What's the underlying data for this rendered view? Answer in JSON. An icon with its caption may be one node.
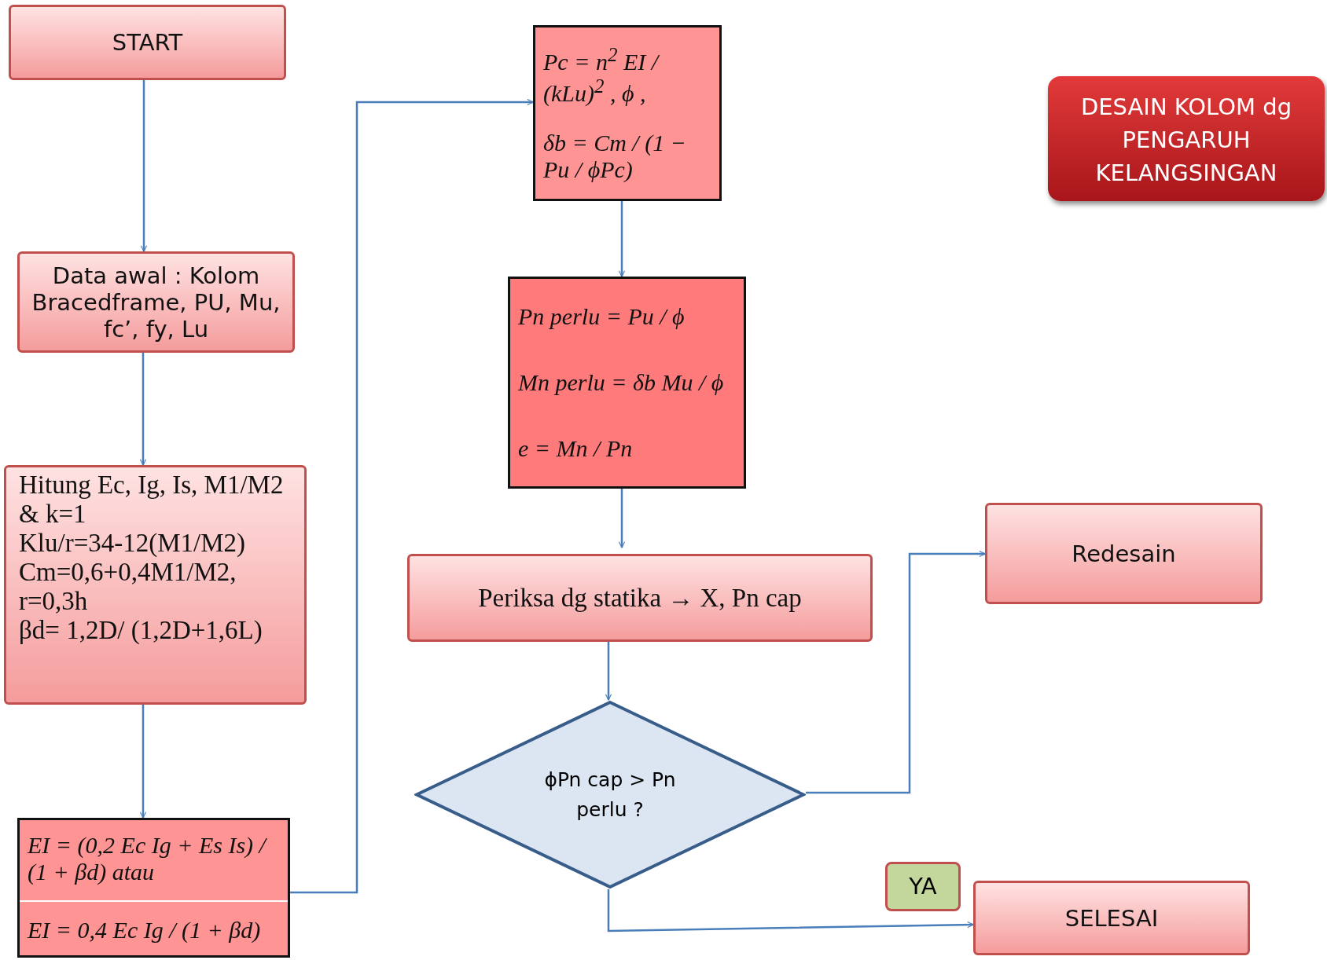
{
  "diagram": {
    "title": "DESAIN  KOLOM dg PENGARUH KELANGSINGAN",
    "nodes": [
      {
        "text": [
          "START"
        ]
      },
      {
        "text": [
          "Data awal : Kolom Bracedframe, PU, Mu, fc’, fy, Lu"
        ]
      },
      {
        "text": [
          "Hitung Ec, Ig, Is, M1/M2 & k=1",
          "Klu/r=34-12(M1/M2)",
          "Cm=0,6+0,4M1/M2, r=0,3h",
          "βd= 1,2D/ (1,2D+1,6L)"
        ]
      },
      {
        "text": [
          "EI = (0,2 Ec Ig + Es Is) / (1 + βd) atau",
          "EI = 0,4 Ec Ig / (1 + βd)"
        ]
      },
      {
        "text": [
          "Pc = n$^{2}$ EI / (kLu)$^{2}$ , ϕ ,",
          "δb = Cm / (1 − Pu / ϕPc)"
        ]
      },
      {
        "text": [
          "Pn  perlu = Pu / ϕ",
          "Mn  perlu = δb Mu / ϕ",
          "e = Mn / Pn"
        ]
      },
      {
        "text": [
          "Periksa dg statika → X, Pn cap"
        ]
      },
      {
        "text": [
          "ϕPn cap > Pn perlu ?"
        ]
      },
      {
        "text": [
          "Redesain"
        ]
      },
      {
        "text": [
          "SELESAI"
        ]
      }
    ],
    "edges": [
      {
        "from": 0,
        "to": 1,
        "arrow": "to"
      },
      {
        "from": 1,
        "to": 2,
        "arrow": "to"
      },
      {
        "from": 2,
        "to": 3,
        "arrow": "to"
      },
      {
        "from": 3,
        "to": 4,
        "arrow": "to"
      },
      {
        "from": 4,
        "to": 5,
        "arrow": "to"
      },
      {
        "from": 5,
        "to": 6,
        "arrow": "to"
      },
      {
        "from": 6,
        "to": 7,
        "arrow": "to"
      },
      {
        "from": 7,
        "to": 8,
        "arrow": "to"
      },
      {
        "from": 7,
        "to": 9,
        "arrow": "to",
        "label": "YA"
      }
    ]
  }
}
